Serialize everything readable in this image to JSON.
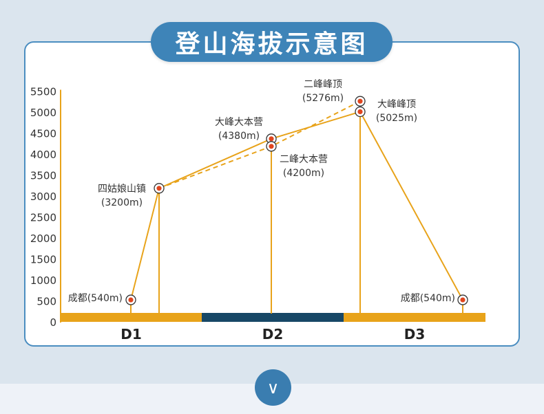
{
  "title": "登山海拔示意图",
  "colors": {
    "line": "#e8a31a",
    "seg1": "#e8a31a",
    "seg2": "#174766",
    "seg3": "#e8a31a",
    "accent": "#3e84b8",
    "dot": "#e0451e"
  },
  "chart_data": {
    "type": "line",
    "title": "登山海拔示意图",
    "yticks": [
      0,
      500,
      1000,
      1500,
      2000,
      2500,
      3000,
      3500,
      4000,
      4500,
      5000,
      5500
    ],
    "ylim": [
      0,
      5500
    ],
    "days": [
      "D1",
      "D2",
      "D3"
    ],
    "points": [
      {
        "id": "p1",
        "name": "成都",
        "elev_label": "(540m)",
        "elev": 540
      },
      {
        "id": "p2",
        "name": "四姑娘山镇",
        "elev_label": "(3200m)",
        "elev": 3200
      },
      {
        "id": "p3",
        "name": "大峰大本营",
        "elev_label": "(4380m)",
        "elev": 4380
      },
      {
        "id": "p4",
        "name": "二峰大本营",
        "elev_label": "(4200m)",
        "elev": 4200
      },
      {
        "id": "p5",
        "name": "二峰峰顶",
        "elev_label": "(5276m)",
        "elev": 5276
      },
      {
        "id": "p6",
        "name": "大峰峰顶",
        "elev_label": "(5025m)",
        "elev": 5025
      },
      {
        "id": "p7",
        "name": "成都",
        "elev_label": "(540m)",
        "elev": 540
      }
    ],
    "series": [
      {
        "style": "solid",
        "points": [
          "p1",
          "p2",
          "p3",
          "p6",
          "p7"
        ]
      },
      {
        "style": "dashed",
        "points": [
          "p2",
          "p4",
          "p5"
        ]
      }
    ]
  }
}
